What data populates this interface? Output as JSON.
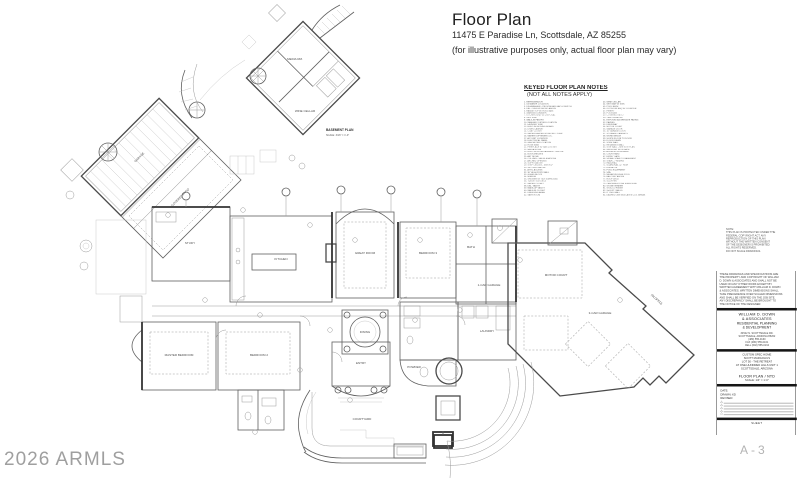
{
  "header": {
    "title": "Floor Plan",
    "address": "11475 E Paradise Ln, Scottsdale, AZ 85255",
    "disclaimer": "(for illustrative purposes only, actual floor plan may vary)"
  },
  "watermark": "2026 ARMLS",
  "notes": {
    "heading": "KEYED FLOOR PLAN NOTES",
    "subheading": "(NOT ALL NOTES APPLY)",
    "col1": [
      "1.  REFRIGERATOR",
      "2.  ICEMAKER LOCATION",
      "3.  DISHWASHER - PROVIDE AIR GAP & SWITCH",
      "4.  DBL. OVEN W/ MICRO ABOVE",
      "5.  RANGE TOP W/ HOOD ABV.",
      "6.  WARMING DRAWER",
      "7.  KITCHEN SINK W/ DISPOSAL",
      "8.  VEG. SINK",
      "9.  WALK-IN PANTRY",
      "10. WASHER / DRYER LOCATION",
      "11. LAUNDRY SINK",
      "12. BUILT-IN IRONING BOARD",
      "13. LINEN CABINET",
      "14. COAT CLOSET",
      "15. WATER HEATER W/ RECIRC. PUMP",
      "16. WATER SOFTENER LOC.",
      "17. A/C UNIT LOCATION",
      "18. ELECTRICAL PANEL",
      "19. GAS METER LOCATION",
      "20. HOSE BIBB",
      "21. FIREPLACE W/ GAS LOG SET",
      "22. MEDIA NICHE",
      "23. BUILT-IN ENTERTAINMENT CENTER",
      "24. BOOKSHELVES",
      "25. ART NICHE",
      "26. COLUMN - SEE ELEVATIONS",
      "27. ARCHED OPENING",
      "28. SOFFIT ABOVE",
      "29. STEP CEILING - SEE RCP",
      "30. SKYLIGHT ABOVE",
      "31. ATTIC ACCESS",
      "32. 36\" HIGH PONY WALL",
      "33. GLASS BLOCK",
      "34. MIRROR",
      "35. SHOWER W/ TILE SURROUND",
      "36. TUB W/ TILE DECK",
      "37. WATER CLOSET",
      "38. DBL. VANITY",
      "39. MAKE-UP VANITY",
      "40. WALK-IN CLOSET",
      "41. DRESSING AREA",
      "42. SAFE ROOM"
    ],
    "col2": [
      "43. WINE CELLAR",
      "44. WET BAR W/ SINK",
      "45. POOL BATH",
      "46. OUTDOOR BBQ W/ COUNTER",
      "47. FIREPIT",
      "48. FOUNTAIN",
      "49. COVERED PATIO",
      "50. TRELLIS ABOVE",
      "51. EXPOSED AGGREGATE PAVING",
      "52. PAVERS",
      "53. DRIVEWAY",
      "54. MOTOR COURT",
      "55. GARAGE DOOR",
      "56. 16' GARAGE DOOR",
      "57. STORAGE CABINETS",
      "58. WORK BENCH",
      "59. SLOPE FLOOR TO DOOR",
      "60. FLOOR DRAIN",
      "61. STEM WALL",
      "62. RETAINING WALL",
      "63. SITE WALL - SEE SITE PLAN",
      "64. WROUGHT IRON GATE",
      "65. ADDRESS MONUMENT",
      "66. COURTYARD",
      "67. ENTRY GATE",
      "68. SPIRAL STAIR TO BASEMENT",
      "69. STAIR - 7 RISERS",
      "70. HANDRAIL",
      "71. GUARDRAIL 42\" HIGH",
      "72. ELEVATOR",
      "73. POOL EQUIPMENT",
      "74. SPA",
      "75. NEGATIVE EDGE POOL",
      "76. BALCONY ABOVE",
      "77. ROOF DECK",
      "78. SCUPPER",
      "79. CANTERA STONE SURROUND",
      "80. STONE VENEER",
      "81. STUCCO FINISH",
      "82. 2x6 EXT. WALLS",
      "83. 8\" CMU WALL",
      "84. DASHED LINE INDICATES CLG. BREAK"
    ]
  },
  "basement": {
    "label": "BASEMENT PLAN",
    "scale": "SCALE: 3/16\" = 1'-0\""
  },
  "plan": {
    "rooms": [
      {
        "label": "GARAGE"
      },
      {
        "label": "COVERED PATIO"
      },
      {
        "label": "GREAT ROOM"
      },
      {
        "label": "KITCHEN"
      },
      {
        "label": "STUDY"
      },
      {
        "label": "DINING"
      },
      {
        "label": "ENTRY"
      },
      {
        "label": "MASTER BEDROOM"
      },
      {
        "label": "BEDROOM 2"
      },
      {
        "label": "BEDROOM 3"
      },
      {
        "label": "LAUNDRY"
      },
      {
        "label": "POWDER"
      },
      {
        "label": "MOTOR COURT"
      },
      {
        "label": "3-CAR GARAGE"
      },
      {
        "label": "1-CAR GARAGE"
      },
      {
        "label": "COURTYARD"
      },
      {
        "label": "(SLOPED)"
      },
      {
        "label": "MEDIA RM."
      },
      {
        "label": "WINE CELLAR"
      },
      {
        "label": "BATH"
      }
    ]
  },
  "side_note_lines": [
    "NOTE:",
    "THIS PLAN IS PROTECTED UNDER THE",
    "FEDERAL COPYRIGHT ACT.  ANY",
    "REPRODUCTION OF THIS PLAN",
    "WITHOUT THE WRITTEN CONSENT",
    "OF THE DESIGNER IS PROHIBITED.",
    "ALL RIGHTS RESERVED.",
    "DO NOT SCALE DRAWINGS."
  ],
  "titleblock": {
    "copyright_lines": [
      "THESE DRAWINGS AND SPECIFICATIONS ARE",
      "THE PROPERTY AND COPYRIGHT OF WILLIAM",
      "D. DOWN & ASSOCIATES AND SHALL NOT BE",
      "USED ON ANY OTHER WORK EXCEPT BY",
      "WRITTEN AGREEMENT WITH WILLIAM D. DOWN",
      "& ASSOCIATES.  WRITTEN DIMENSIONS SHALL",
      "TAKE PRECEDENCE OVER SCALED DIMENSIONS",
      "AND SHALL BE VERIFIED ON THE JOB SITE.",
      "ANY DISCREPANCY SHALL BE BROUGHT TO",
      "THE NOTICE OF THE DESIGNER."
    ],
    "firm_lines": [
      "WILLIAM D. DOWN",
      "& ASSOCIATES",
      "RESIDENTIAL PLANNING",
      "& DEVELOPMENT"
    ],
    "firm_address_lines": [
      "34522 N. SCOTTSDALE RD.",
      "SCOTTSDALE, ARIZONA 85262",
      "(480) 555-0160",
      "FAX (480) 555-0161",
      "CELL (602) 555-0134"
    ],
    "project_lines": [
      "CUSTOM SPEC HOME",
      "SCOTT MARGOLIUS",
      "LOT 50 - THE RETREAT",
      "AT ONE HUNDRED HILLS UNIT 1",
      "SCOTTSDALE, ARIZONA"
    ],
    "sheet_title": "FLOOR PLAN / NTD",
    "scale": "SCALE: 1/4\" = 1'-0\"",
    "date_label": "DATE:",
    "drawn_label": "DRAWN:  KD",
    "revised_label": "REVISED:",
    "sheet_label": "SHEET",
    "sheet_number": "A-3"
  }
}
